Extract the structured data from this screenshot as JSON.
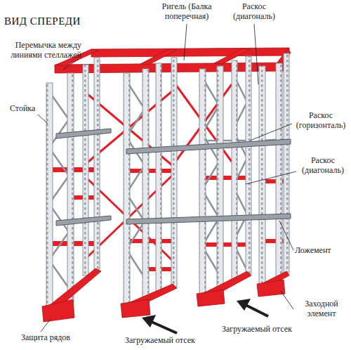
{
  "diagram": {
    "title": "ВИД СПЕРЕДИ",
    "labels": [
      "Перемычка между линиями стеллажей",
      "Ригель (Балка поперечная)",
      "Раскос (диагональ)",
      "Стойка",
      "Раскос (горизонталь)",
      "Раскос (диагональ)",
      "Ложемент",
      "Заходной элемент",
      "Защита рядов",
      "Загружаемый отсек",
      "Загружаемый отсек"
    ]
  }
}
